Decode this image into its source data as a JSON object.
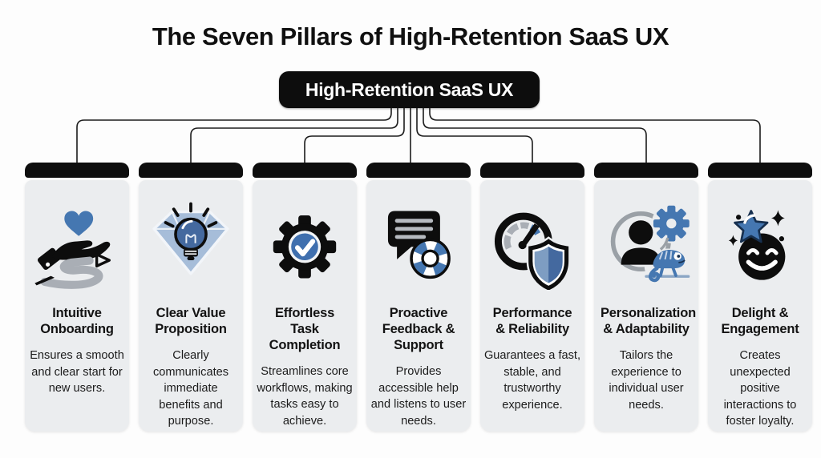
{
  "page_title": "The Seven Pillars of High-Retention SaaS UX",
  "root_node": {
    "label": "High-Retention SaaS UX"
  },
  "colors": {
    "accent_blue": "#4577b1",
    "light_blue": "#a6bdd9",
    "icon_gray": "#a9aeb5",
    "card_background": "#ebedef",
    "bar_black": "#0e0e0e",
    "background": "#fdfdfd"
  },
  "pillars": [
    {
      "title": "Intuitive Onboarding",
      "description": "Ensures a smooth and clear start for new users.",
      "icon": "hand-heart-path-icon"
    },
    {
      "title": "Clear Value Proposition",
      "description": "Clearly communicates immediate benefits and purpose.",
      "icon": "diamond-lightbulb-icon"
    },
    {
      "title": "Effortless Task Completion",
      "description": "Streamlines core workflows, making tasks easy to achieve.",
      "icon": "gear-checkmark-icon"
    },
    {
      "title": "Proactive Feedback & Support",
      "description": "Provides accessible help and listens to user needs.",
      "icon": "chat-lifebuoy-icon"
    },
    {
      "title": "Performance & Reliability",
      "description": "Guarantees a fast, stable, and trustworthy experience.",
      "icon": "speedometer-shield-icon"
    },
    {
      "title": "Personalization & Adaptability",
      "description": "Tailors the experience to individual user needs.",
      "icon": "person-gear-chameleon-icon"
    },
    {
      "title": "Delight & Engagement",
      "description": "Creates unexpected positive interactions to foster loyalty.",
      "icon": "smiley-star-icon"
    }
  ]
}
